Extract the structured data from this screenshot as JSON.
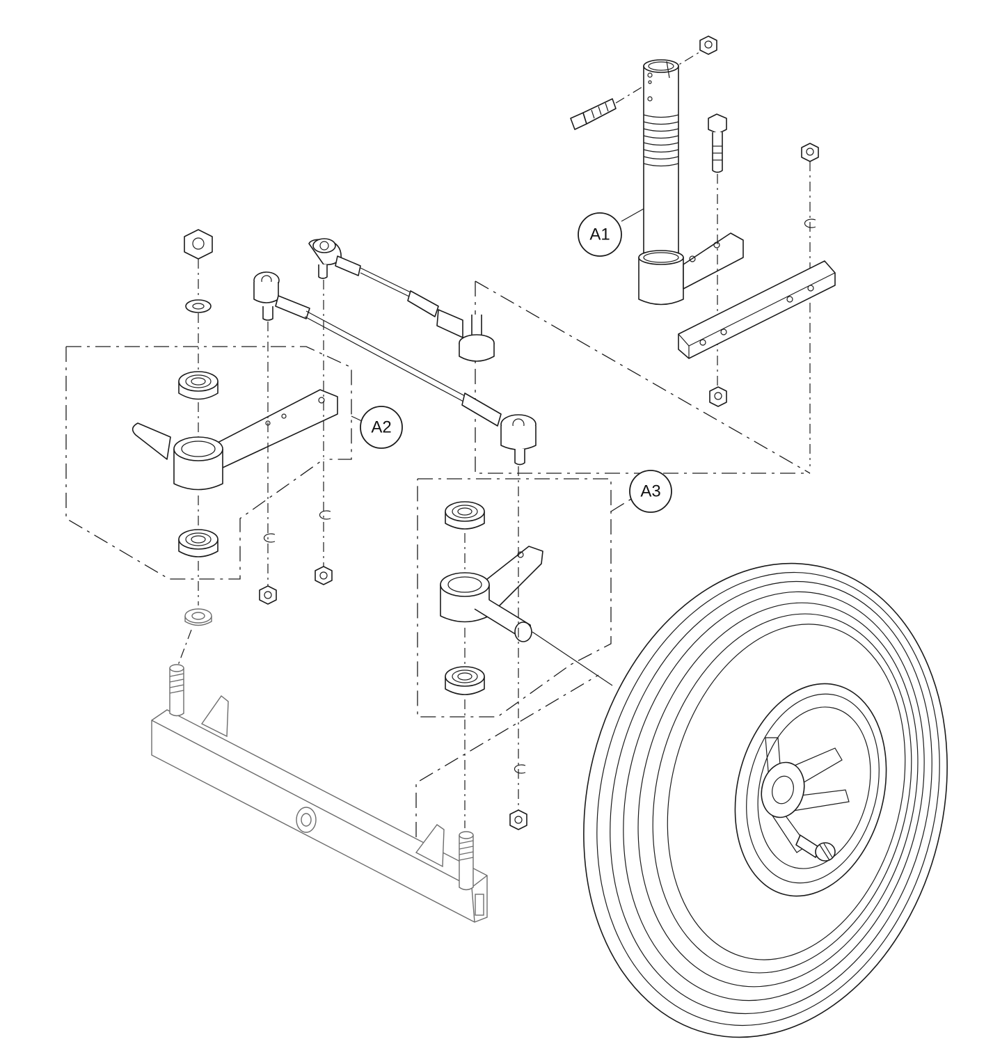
{
  "callouts": [
    {
      "id": "a1",
      "label": "A1"
    },
    {
      "id": "a2",
      "label": "A2"
    },
    {
      "id": "a3",
      "label": "A3"
    }
  ],
  "colors": {
    "line": "#1a1a1a",
    "background": "#ffffff",
    "faded": "#6b6b6b"
  }
}
